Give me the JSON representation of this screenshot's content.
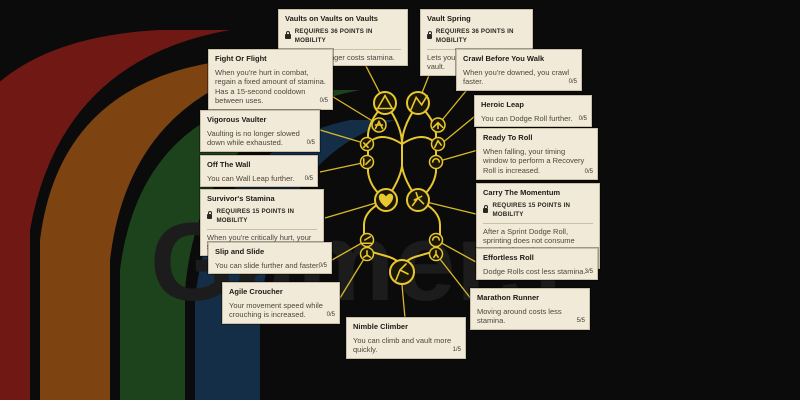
{
  "colors": {
    "accent": "#e9c72f",
    "node_fill": "#1a1705",
    "card_bg": "#f1ead9",
    "stripe_red": "#7b1b16",
    "stripe_orange": "#8a4a12",
    "stripe_green": "#1f4a1f",
    "stripe_blue": "#15324e"
  },
  "watermark": {
    "text": "Gamers"
  },
  "perks": [
    {
      "name": "Vaults on Vaults on Vaults",
      "requirement": "REQUIRES 36 POINTS IN MOBILITY",
      "description": "Vaulting no longer costs stamina.",
      "rank": ""
    },
    {
      "name": "Vault Spring",
      "requirement": "REQUIRES 36 POINTS IN MOBILITY",
      "description": "Lets you jump at the end of a vault.",
      "rank": ""
    },
    {
      "name": "Fight Or Flight",
      "requirement": "",
      "description": "When you're hurt in combat, regain a fixed amount of stamina. Has a 15-second cooldown between uses.",
      "rank": "0/5"
    },
    {
      "name": "Crawl Before You Walk",
      "requirement": "",
      "description": "When you're downed, you crawl faster.",
      "rank": "0/5"
    },
    {
      "name": "Vigorous Vaulter",
      "requirement": "",
      "description": "Vaulting is no longer slowed down while exhausted.",
      "rank": "0/5"
    },
    {
      "name": "Heroic Leap",
      "requirement": "",
      "description": "You can Dodge Roll further.",
      "rank": "0/5"
    },
    {
      "name": "Off The Wall",
      "requirement": "",
      "description": "You can Wall Leap further.",
      "rank": "0/5"
    },
    {
      "name": "Ready To Roll",
      "requirement": "",
      "description": "When falling, your timing window to perform a Recovery Roll is increased.",
      "rank": "0/5"
    },
    {
      "name": "Survivor's Stamina",
      "requirement": "REQUIRES 15 POINTS IN MOBILITY",
      "description": "When you're critically hurt, your stamina regenerates faster.",
      "rank": ""
    },
    {
      "name": "Carry The Momentum",
      "requirement": "REQUIRES 15 POINTS IN MOBILITY",
      "description": "After a Sprint Dodge Roll, sprinting does not consume stamina for a short time. Has a cooldown between uses.",
      "rank": ""
    },
    {
      "name": "Slip and Slide",
      "requirement": "",
      "description": "You can slide further and faster.",
      "rank": "0/5"
    },
    {
      "name": "Effortless Roll",
      "requirement": "",
      "description": "Dodge Rolls cost less stamina.",
      "rank": "3/5"
    },
    {
      "name": "Agile Croucher",
      "requirement": "",
      "description": "Your movement speed while crouching is increased.",
      "rank": "0/5"
    },
    {
      "name": "Marathon Runner",
      "requirement": "",
      "description": "Moving around costs less stamina.",
      "rank": "5/5"
    },
    {
      "name": "Nimble Climber",
      "requirement": "",
      "description": "You can climb and vault more quickly.",
      "rank": "1/5"
    }
  ],
  "nodes": [
    {
      "icon": "vault-icon"
    },
    {
      "icon": "vault-spring-icon"
    },
    {
      "icon": "fight-icon"
    },
    {
      "icon": "crawl-icon"
    },
    {
      "icon": "vaulter-icon"
    },
    {
      "icon": "leap-icon"
    },
    {
      "icon": "wall-icon"
    },
    {
      "icon": "roll-icon"
    },
    {
      "icon": "heart-icon"
    },
    {
      "icon": "sprint-icon"
    },
    {
      "icon": "slide-icon"
    },
    {
      "icon": "roll-icon"
    },
    {
      "icon": "crouch-icon"
    },
    {
      "icon": "runner-icon"
    },
    {
      "icon": "climber-icon"
    }
  ]
}
